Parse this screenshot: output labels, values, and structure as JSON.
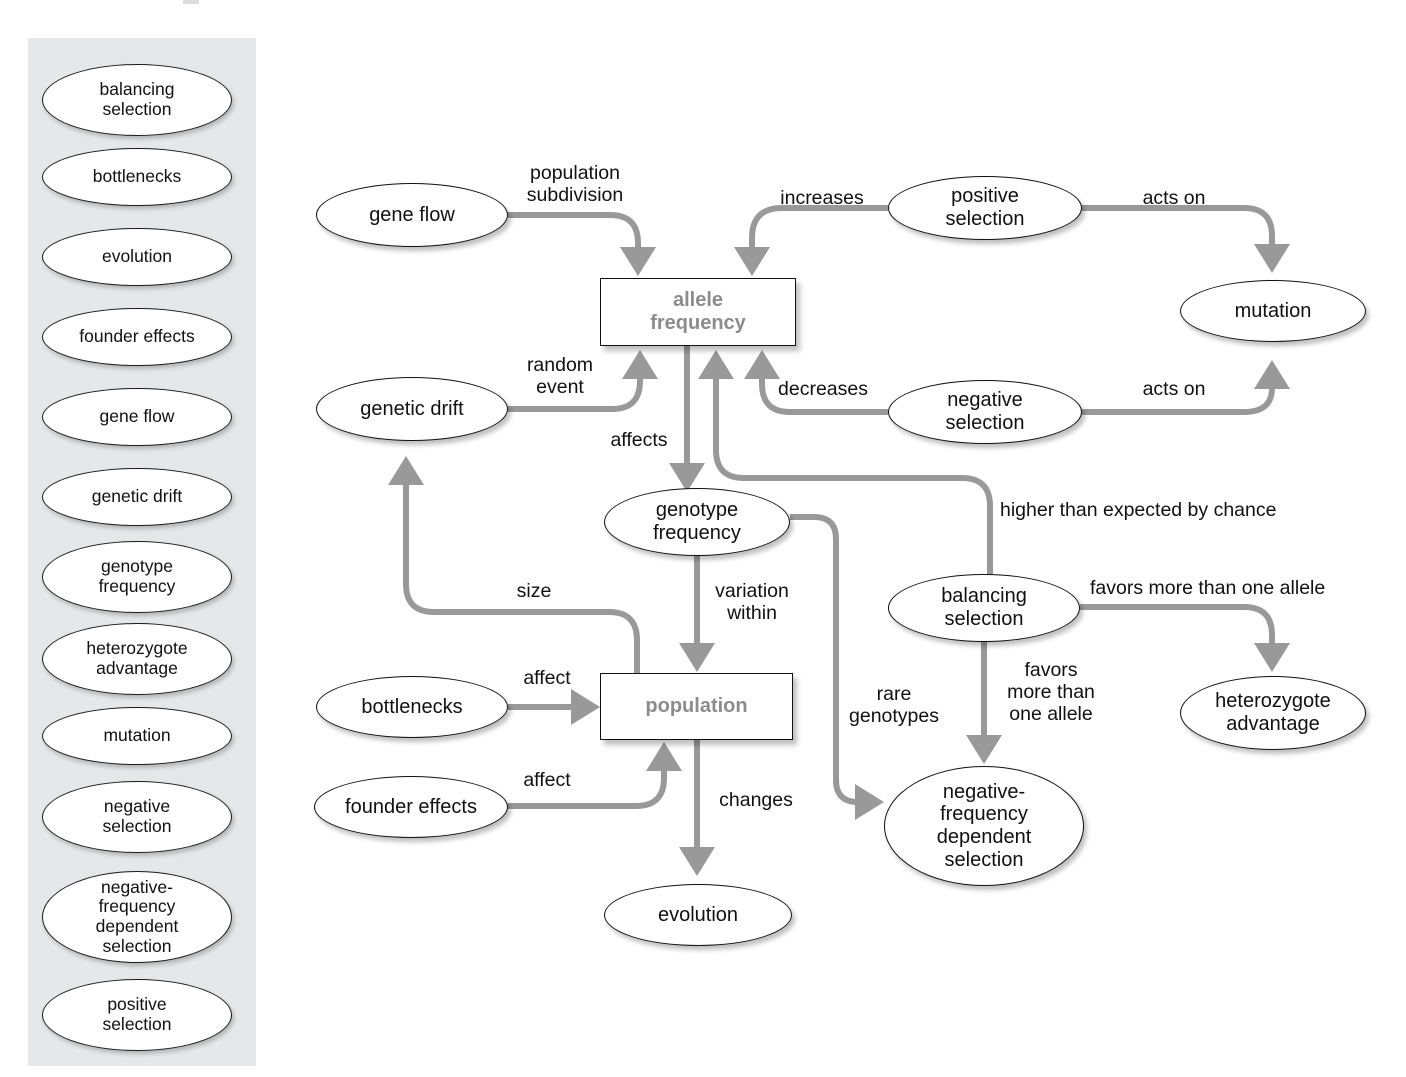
{
  "sidebar": {
    "items": [
      {
        "label": "balancing\nselection",
        "lines": [
          "balancing",
          "selection"
        ]
      },
      {
        "label": "bottlenecks",
        "lines": [
          "bottlenecks"
        ]
      },
      {
        "label": "evolution",
        "lines": [
          "evolution"
        ]
      },
      {
        "label": "founder effects",
        "lines": [
          "founder effects"
        ]
      },
      {
        "label": "gene flow",
        "lines": [
          "gene flow"
        ]
      },
      {
        "label": "genetic drift",
        "lines": [
          "genetic drift"
        ]
      },
      {
        "label": "genotype\nfrequency",
        "lines": [
          "genotype",
          "frequency"
        ]
      },
      {
        "label": "heterozygote\nadvantage",
        "lines": [
          "heterozygote",
          "advantage"
        ]
      },
      {
        "label": "mutation",
        "lines": [
          "mutation"
        ]
      },
      {
        "label": "negative\nselection",
        "lines": [
          "negative",
          "selection"
        ]
      },
      {
        "label": "negative-\nfrequency\ndependent\nselection",
        "lines": [
          "negative-",
          "frequency",
          "dependent",
          "selection"
        ]
      },
      {
        "label": "positive\nselection",
        "lines": [
          "positive",
          "selection"
        ]
      }
    ]
  },
  "diagram": {
    "nodes": {
      "gene_flow": "gene flow",
      "genetic_drift": "genetic drift",
      "positive_selection": "positive\nselection",
      "negative_selection": "negative\nselection",
      "mutation": "mutation",
      "allele_frequency": "allele\nfrequency",
      "genotype_frequency": "genotype\nfrequency",
      "population": "population",
      "bottlenecks": "bottlenecks",
      "founder_effects": "founder effects",
      "evolution": "evolution",
      "balancing_selection": "balancing\nselection",
      "heterozygote_advantage": "heterozygote\nadvantage",
      "nfd_selection": "negative-\nfrequency\ndependent\nselection"
    },
    "edge_labels": {
      "population_subdivision": "population\nsubdivision",
      "increases": "increases",
      "acts_on_positive": "acts on",
      "random_event": "random\nevent",
      "decreases": "decreases",
      "acts_on_negative": "acts on",
      "affects": "affects",
      "higher_than_expected": "higher than expected by chance",
      "size": "size",
      "variation_within": "variation\nwithin",
      "favors_more_than_one_allele_right": "favors more than one allele",
      "affect_bottlenecks": "affect",
      "rare_genotypes": "rare\ngenotypes",
      "favors_more_than_one_allele_down": "favors\nmore than\none allele",
      "affect_founder": "affect",
      "changes": "changes"
    },
    "colors": {
      "edge": "#999999",
      "box_text": "#8c8c8c",
      "node_text": "#111111",
      "sidebar_bg": "#e6e7e8",
      "canvas_bg": "#ffffff"
    }
  }
}
